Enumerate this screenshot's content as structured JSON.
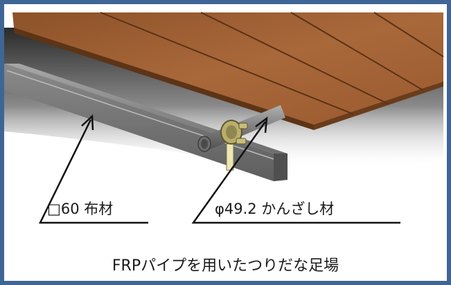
{
  "labels": {
    "left": "□60 布材",
    "right": "φ49.2 かんざし材"
  },
  "caption": "FRPパイプを用いたつりだな足場",
  "colors": {
    "frame": "#3f6596",
    "deck": "#a0612f",
    "steel": "#7c7c7c",
    "clamp": "#b7ac6a"
  }
}
